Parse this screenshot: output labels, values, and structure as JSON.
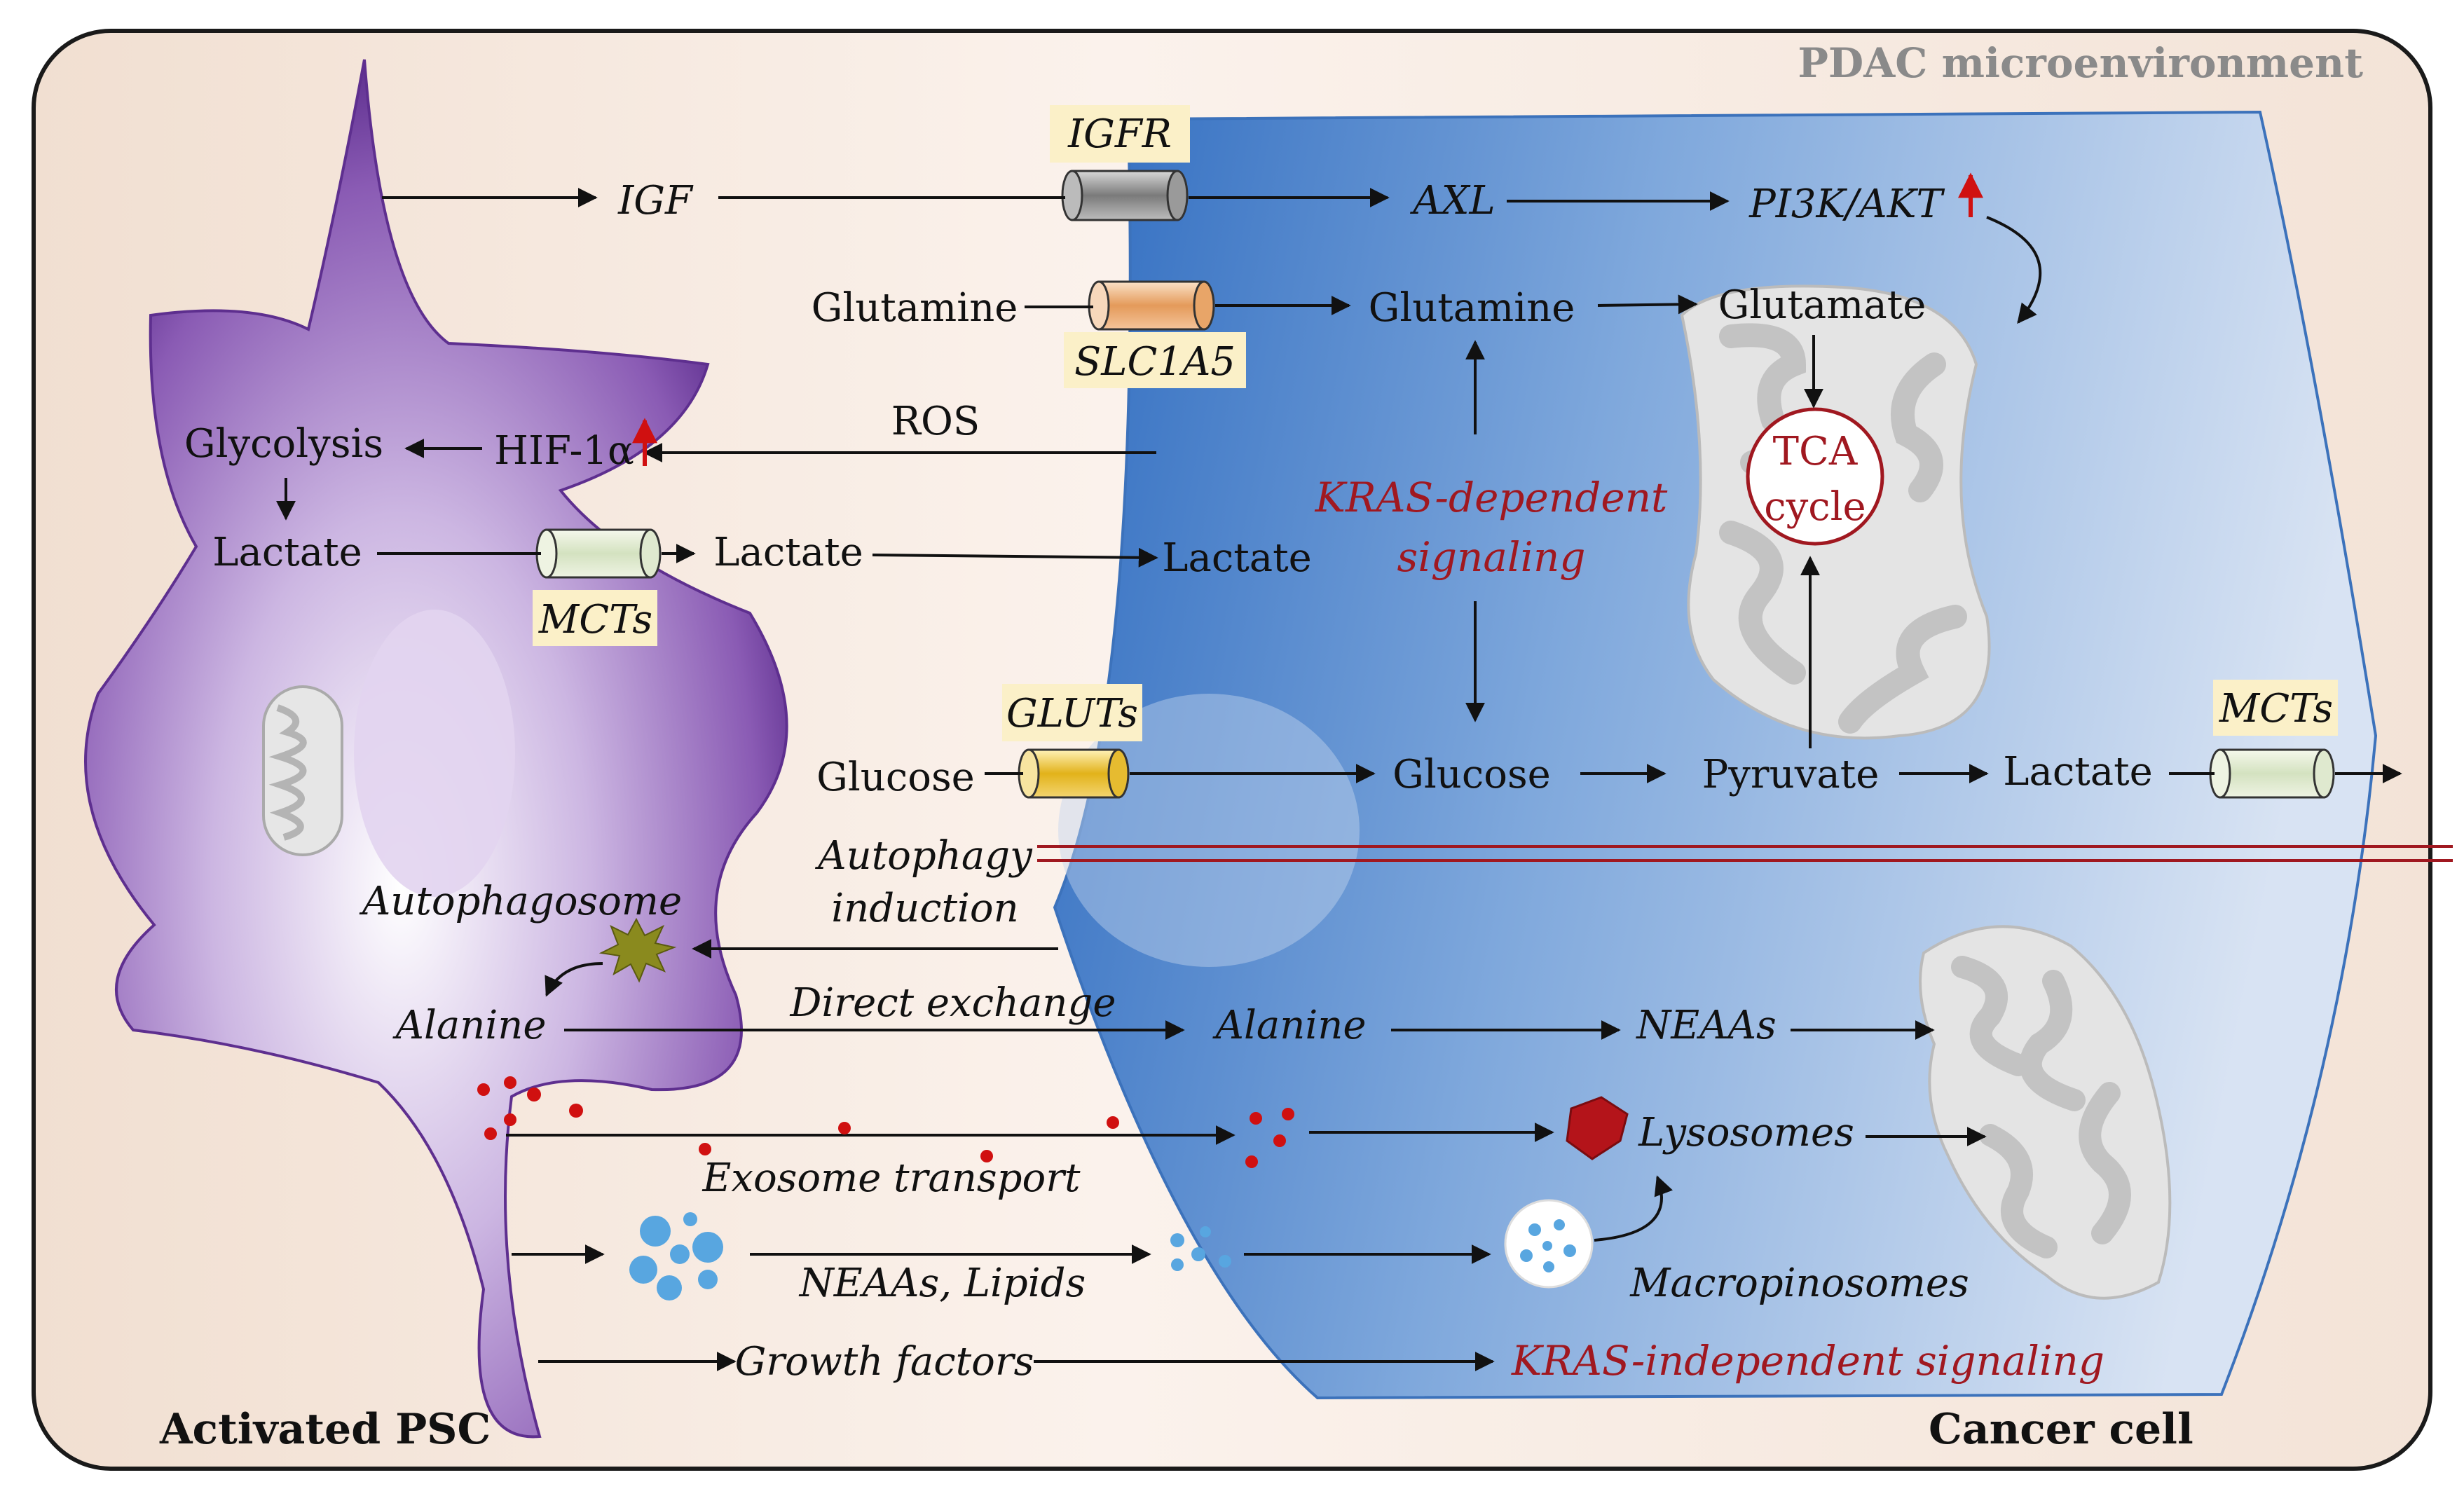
{
  "frame": {
    "title": "PDAC microenvironment"
  },
  "cells": {
    "psc": "Activated PSC",
    "cancer": "Cancer cell"
  },
  "transporters": {
    "igfr": "IGFR",
    "slc1a5": "SLC1A5",
    "mcts_psc": "MCTs",
    "gluts": "GLUTs",
    "mcts_cancer": "MCTs"
  },
  "labels": {
    "igf": "IGF",
    "axl": "AXL",
    "pi3k": "PI3K/AKT",
    "glutamine_out": "Glutamine",
    "glutamine_in": "Glutamine",
    "glutamate": "Glutamate",
    "tca_line1": "TCA",
    "tca_line2": "cycle",
    "glycolysis": "Glycolysis",
    "hif": "HIF-1α",
    "ros": "ROS",
    "lactate_psc": "Lactate",
    "lactate_mid": "Lactate",
    "lactate_cancer": "Lactate",
    "kras_dep_1": "KRAS-dependent",
    "kras_dep_2": "signaling",
    "glucose_out": "Glucose",
    "glucose_in": "Glucose",
    "pyruvate": "Pyruvate",
    "lactate_out": "Lactate",
    "autophagy_1": "Autophagy",
    "autophagy_2": "induction",
    "autophagosome": "Autophagosome",
    "alanine_psc": "Alanine",
    "direct_exchange": "Direct exchange",
    "alanine_cancer": "Alanine",
    "neaas": "NEAAs",
    "lysosomes": "Lysosomes",
    "exosome": "Exosome transport",
    "neaas_lipids": "NEAAs, Lipids",
    "macropinosomes": "Macropinosomes",
    "growth_factors": "Growth factors",
    "kras_indep": "KRAS-independent signaling"
  },
  "colors": {
    "background": "#f3e3d7",
    "cancer_cell": "#3f7ccc",
    "psc": "#7a4aa6",
    "accent_red": "#a01820",
    "transporter_label_bg": "#fbf0c8"
  }
}
